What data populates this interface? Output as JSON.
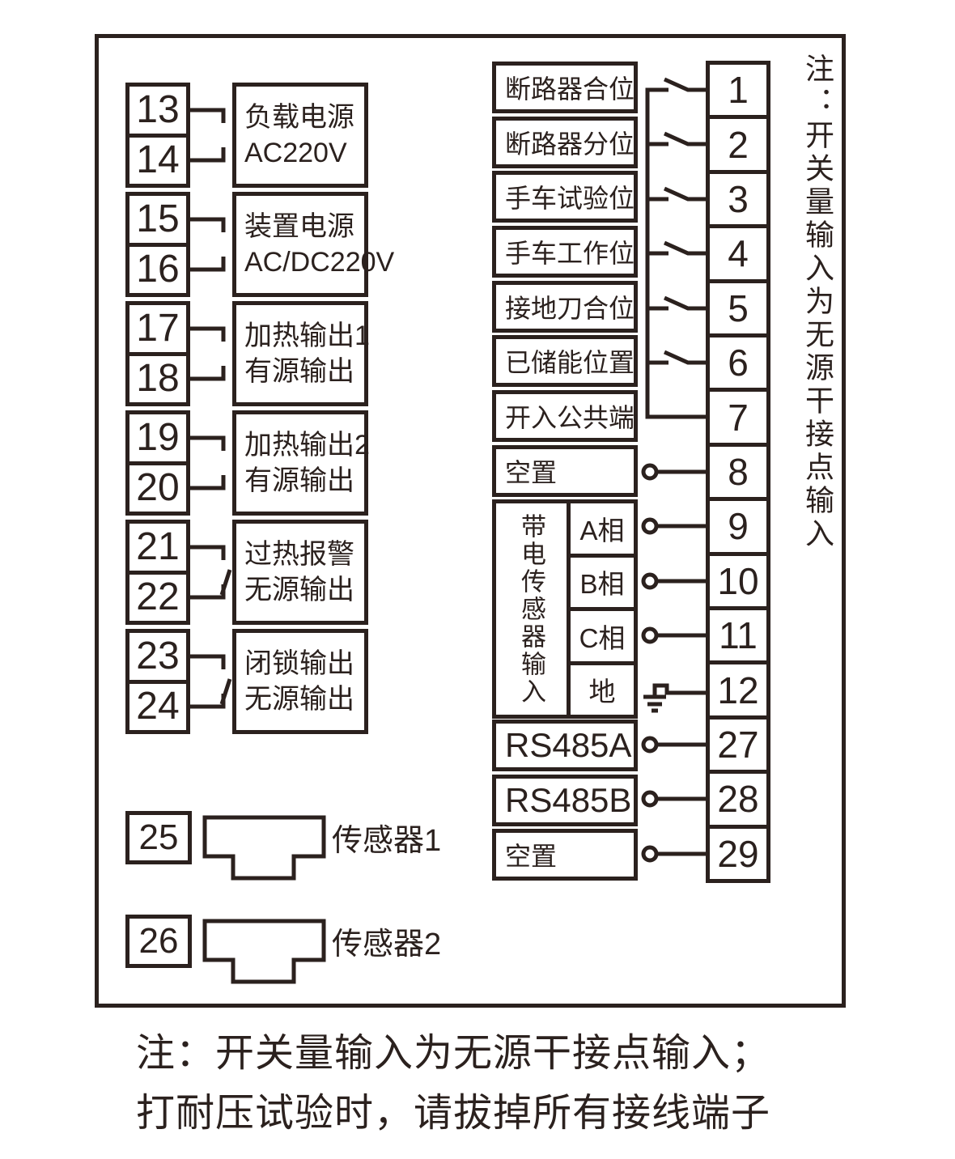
{
  "colors": {
    "ink": "#2b211e",
    "background": "#ffffff"
  },
  "left_section": {
    "pairs": [
      {
        "terminal_top": "13",
        "terminal_bottom": "14",
        "label_line1": "负载电源",
        "label_line2": "AC220V"
      },
      {
        "terminal_top": "15",
        "terminal_bottom": "16",
        "label_line1": "装置电源",
        "label_line2": "AC/DC220V"
      },
      {
        "terminal_top": "17",
        "terminal_bottom": "18",
        "label_line1": "加热输出1",
        "label_line2": "有源输出"
      },
      {
        "terminal_top": "19",
        "terminal_bottom": "20",
        "label_line1": "加热输出2",
        "label_line2": "有源输出"
      },
      {
        "terminal_top": "21",
        "terminal_bottom": "22",
        "label_line1": "过热报警",
        "label_line2": "无源输出"
      },
      {
        "terminal_top": "23",
        "terminal_bottom": "24",
        "label_line1": "闭锁输出",
        "label_line2": "无源输出"
      }
    ],
    "sensors": [
      {
        "terminal": "25",
        "label": "传感器1"
      },
      {
        "terminal": "26",
        "label": "传感器2"
      }
    ]
  },
  "right_section": {
    "input_rows": [
      {
        "label": "断路器合位",
        "terminal": "1"
      },
      {
        "label": "断路器分位",
        "terminal": "2"
      },
      {
        "label": "手车试验位",
        "terminal": "3"
      },
      {
        "label": "手车工作位",
        "terminal": "4"
      },
      {
        "label": "接地刀合位",
        "terminal": "5"
      },
      {
        "label": "已储能位置",
        "terminal": "6"
      },
      {
        "label": "开入公共端",
        "terminal": "7"
      },
      {
        "label": "空置",
        "terminal": "8"
      }
    ],
    "sensor_block": {
      "label": "带电传感器输入",
      "rows": [
        {
          "label": "A相",
          "terminal": "9"
        },
        {
          "label": "B相",
          "terminal": "10"
        },
        {
          "label": "C相",
          "terminal": "11"
        },
        {
          "label": "地",
          "terminal": "12"
        }
      ]
    },
    "comm_rows": [
      {
        "label": "RS485A",
        "terminal": "27"
      },
      {
        "label": "RS485B",
        "terminal": "28"
      },
      {
        "label": "空置",
        "terminal": "29"
      }
    ],
    "terminals": [
      "1",
      "2",
      "3",
      "4",
      "5",
      "6",
      "7",
      "8",
      "9",
      "10",
      "11",
      "12",
      "27",
      "28",
      "29"
    ]
  },
  "side_note": "注：开关量输入为无源干接点输入",
  "bottom_note": {
    "line1": "注：开关量输入为无源干接点输入；",
    "line2": "打耐压试验时，请拔掉所有接线端子"
  }
}
